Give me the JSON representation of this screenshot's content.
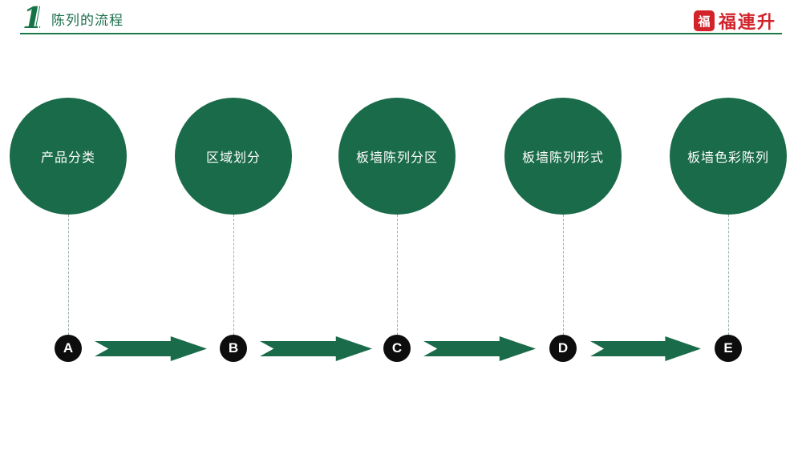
{
  "header": {
    "number": "1",
    "title": "陈列的流程",
    "logo_glyph": "福",
    "logo_text": "福連升"
  },
  "flow": {
    "steps": [
      {
        "letter": "A",
        "label": "产品分类"
      },
      {
        "letter": "B",
        "label": "区域划分"
      },
      {
        "letter": "C",
        "label": "板墙陈列分区"
      },
      {
        "letter": "D",
        "label": "板墙陈列形式"
      },
      {
        "letter": "E",
        "label": "板墙色彩陈列"
      }
    ]
  },
  "colors": {
    "green": "#1a6b4a",
    "header_line_green": "#1a7a4a",
    "dot_black": "#0d0d0d",
    "logo_red": "#d2232a"
  }
}
